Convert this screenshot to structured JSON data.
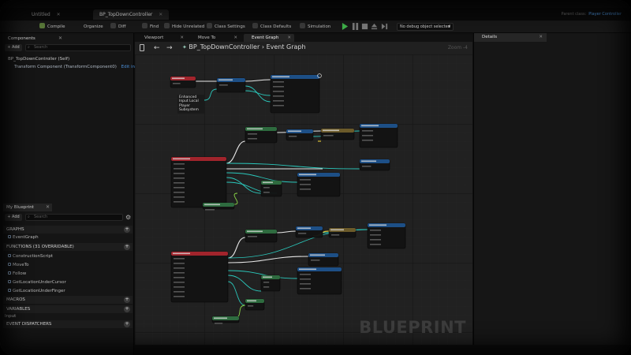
{
  "tabs": [
    {
      "label": "Untitled",
      "active": false
    },
    {
      "label": "BP_TopDownController",
      "active": true
    }
  ],
  "parent_class": {
    "label": "Parent class:",
    "value": "Player Controller"
  },
  "toolbar": {
    "compile": "Compile",
    "organize": "Organize",
    "diff": "Diff",
    "find": "Find",
    "hide_unrelated": "Hide Unrelated",
    "class_settings": "Class Settings",
    "class_defaults": "Class Defaults",
    "simulation": "Simulation",
    "debug_object": "No debug object selected"
  },
  "components_panel": {
    "title": "Components",
    "add_label": "+ Add",
    "search_placeholder": "Search",
    "self_item": "BP_TopDownController (Self)",
    "transform_item": "Transform Component (TransformComponent0)",
    "edit_link": "Edit in C++"
  },
  "my_blueprint": {
    "title": "My Blueprint",
    "add_label": "+ Add",
    "search_placeholder": "Search",
    "graphs_header": "GRAPHS",
    "event_graph": "EventGraph",
    "functions_header": "FUNCTIONS (31 OVERRIDABLE)",
    "functions": [
      "ConstructionScript",
      "MoveTo",
      "Follow",
      "GetLocationUnderCursor",
      "GetLocationUnderFinger"
    ],
    "macros_header": "MACROS",
    "variables_header": "VARIABLES",
    "input_header": "Input",
    "dispatchers_header": "EVENT DISPATCHERS"
  },
  "graph": {
    "tabs": [
      "Viewport",
      "Move To",
      "Event Graph"
    ],
    "breadcrumb_root": "BP_TopDownController",
    "breadcrumb_sep": "›",
    "breadcrumb_leaf": "Event Graph",
    "zoom": "Zoom -4",
    "watermark": "BLUEPRINT",
    "subsystem_label": [
      "Enhanced",
      "Input Local",
      "Player",
      "Subsystem"
    ]
  },
  "details_panel": {
    "title": "Details"
  },
  "colors": {
    "event_header": "#a1242c",
    "func_header": "#1d4f86",
    "pure_header": "#2e6b3f",
    "macro_header": "#6b5a2a",
    "exec_wire": "#f2f2f2",
    "obj_wire": "#2bd1c4",
    "vec_wire": "#e6c93a",
    "float_wire": "#8fe04a"
  }
}
